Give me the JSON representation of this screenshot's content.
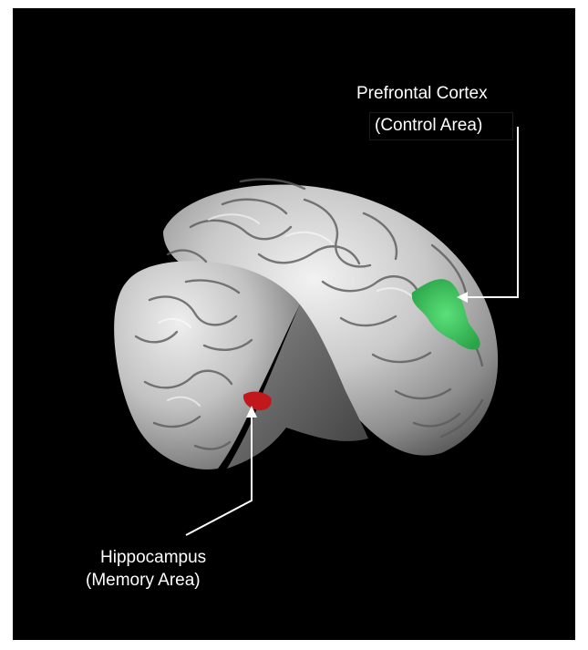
{
  "labels": {
    "prefrontal": {
      "title": "Prefrontal Cortex",
      "subtitle": "(Control Area)"
    },
    "hippocampus": {
      "title": "Hippocampus",
      "subtitle": "(Memory Area)"
    }
  },
  "colors": {
    "background": "#000000",
    "frame_border": "#ffffff",
    "brain_surface": "#c8c8c8",
    "cut_surface": "#6e6e6e",
    "prefrontal_highlight": "#3cc45c",
    "hippocampus_highlight": "#c0181c",
    "pointer_lines": "#ffffff"
  },
  "icons": {
    "prefrontal_pointer": "arrow-left-icon",
    "hippocampus_pointer": "arrow-up-icon"
  }
}
